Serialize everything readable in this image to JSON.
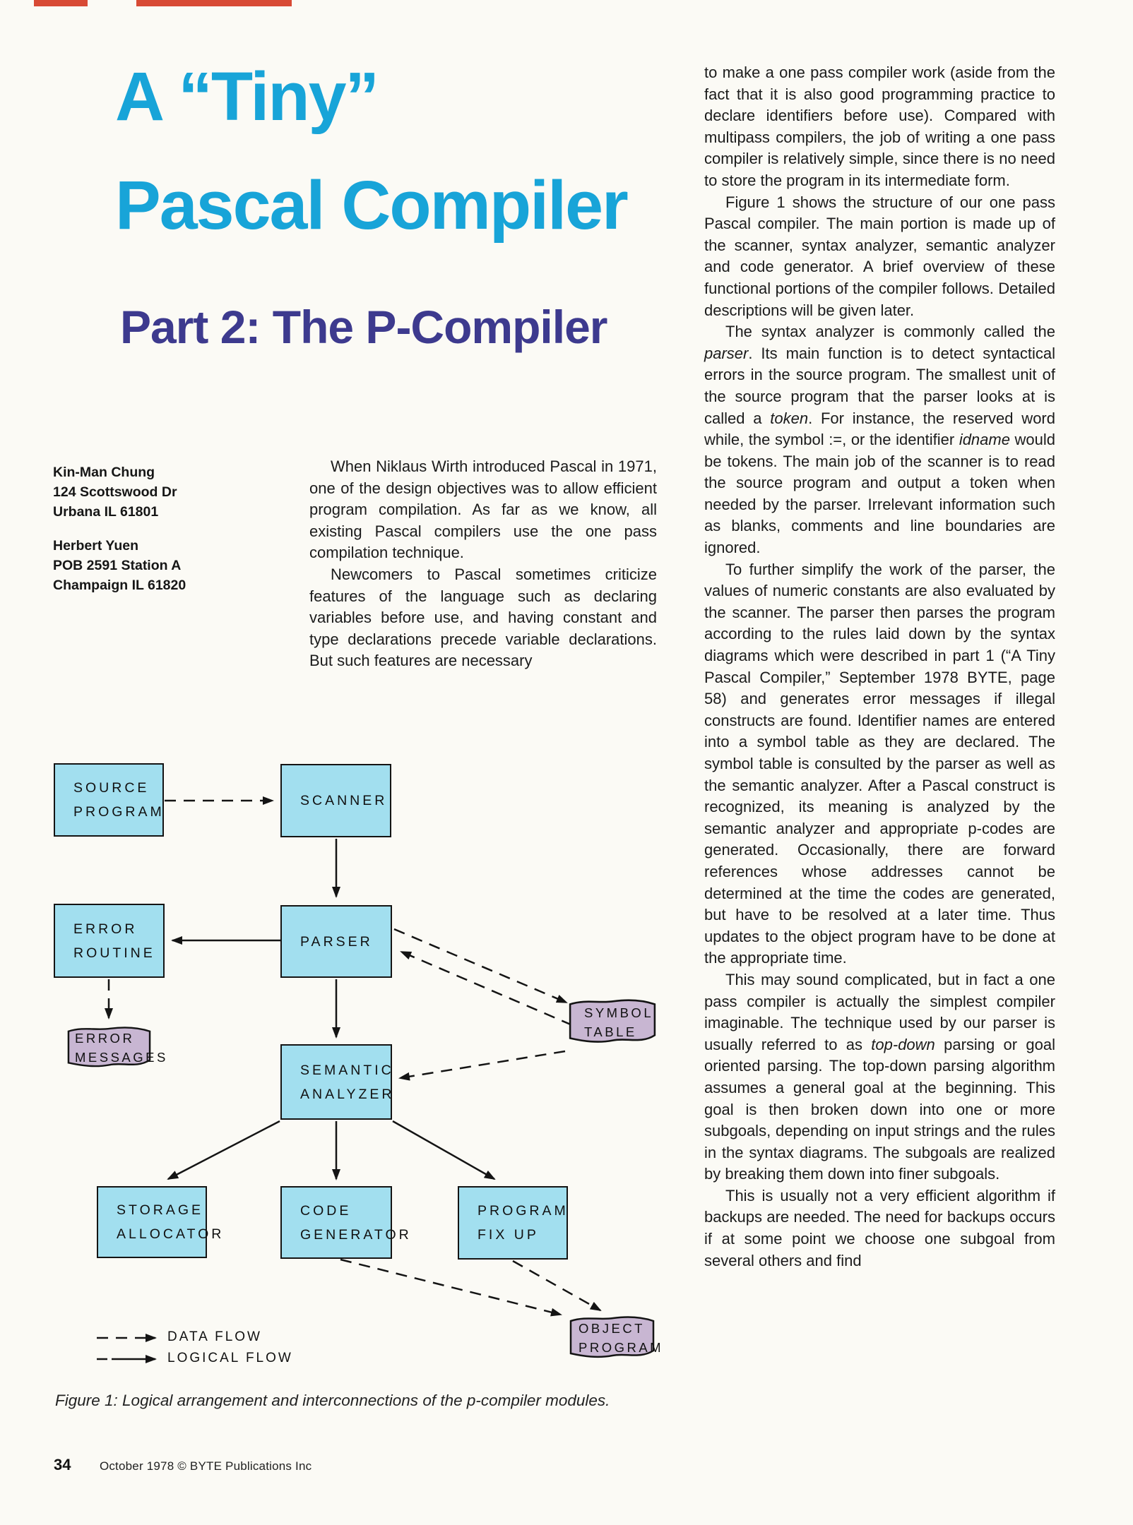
{
  "header": {
    "title_line1": "A “Tiny”",
    "title_line2": "Pascal Compiler",
    "subtitle": "Part 2: The P-Compiler"
  },
  "authors": [
    {
      "text": "Kin-Man Chung\n124 Scottswood Dr\nUrbana IL 61801"
    },
    {
      "text": "Herbert Yuen\nPOB 2591 Station A\nChampaign IL 61820"
    }
  ],
  "intro": {
    "paragraphs": [
      "When Niklaus Wirth introduced Pascal in 1971, one of the design objectives was to allow efficient program compilation. As far as we know, all existing Pascal compilers use the one pass compilation technique.",
      "Newcomers to Pascal sometimes criticize features of the language such as declaring variables before use, and having constant and type declarations precede variable declarations. But such features are necessary"
    ]
  },
  "article": {
    "paragraphs": [
      "to make a one pass compiler work (aside from the fact that it is also good programming practice to declare identifiers before use). Compared with multipass compilers, the job of writing a one pass compiler is relatively simple, since there is no need to store the program in its intermediate form.",
      "Figure 1 shows the structure of our one pass Pascal compiler. The main portion is made up of the scanner, syntax analyzer, semantic analyzer and code generator. A brief overview of these functional portions of the compiler follows. Detailed descriptions will be given later.",
      "The syntax analyzer is commonly called the *parser*. Its main function is to detect syntactical errors in the source program. The smallest unit of the source program that the parser looks at is called a *token*. For instance, the reserved word while, the symbol :=, or the identifier *idname* would be tokens. The main job of the scanner is to read the source program and output a token when needed by the parser. Irrelevant information such as blanks, comments and line boundaries are ignored.",
      "To further simplify the work of the parser, the values of numeric constants are also evaluated by the scanner. The parser then parses the program according to the rules laid down by the syntax diagrams which were described in part 1 (“A Tiny Pascal Compiler,” September 1978 BYTE, page 58) and generates error messages if illegal constructs are found. Identifier names are entered into a symbol table as they are declared. The symbol table is consulted by the parser as well as the semantic analyzer. After a Pascal construct is recognized, its meaning is analyzed by the semantic analyzer and appropriate p-codes are generated. Occasionally, there are forward references whose addresses cannot be determined at the time the codes are generated, but have to be resolved at a later time. Thus updates to the object program have to be done at the appropriate time.",
      "This may sound complicated, but in fact a one pass compiler is actually the simplest compiler imaginable. The technique used by our parser is usually referred to as *top-down* parsing or goal oriented parsing. The top-down parsing algorithm assumes a general goal at the beginning. This goal is then broken down into one or more subgoals, depending on input strings and the rules in the syntax diagrams. The subgoals are realized by breaking them down into finer subgoals.",
      "This is usually not a very efficient algorithm if backups are needed. The need for backups occurs if at some point we choose one subgoal from several others and find"
    ]
  },
  "figure": {
    "boxes": {
      "source_program": "SOURCE\nPROGRAM",
      "scanner": "SCANNER",
      "error_routine": "ERROR\nROUTINE",
      "parser": "PARSER",
      "semantic_analyzer": "SEMANTIC\nANALYZER",
      "storage_allocator": "STORAGE\nALLOCATOR",
      "code_generator": "CODE\nGENERATOR",
      "program_fix_up": "PROGRAM\nFIX UP"
    },
    "docs": {
      "symbol_table": "SYMBOL\nTABLE",
      "error_messages": "ERROR\nMESSAGES",
      "object_program": "OBJECT\nPROGRAM"
    },
    "legend": {
      "data_flow": "DATA FLOW",
      "logical_flow": "LOGICAL FLOW"
    },
    "caption": "Figure 1: Logical arrangement and interconnections of the p-compiler modules."
  },
  "footer": {
    "page_number": "34",
    "credit": "October 1978 © BYTE Publications Inc"
  },
  "colors": {
    "title_cyan": "#18a4d8",
    "subtitle_indigo": "#3d3a8e",
    "diagram_box_fill": "#a2dfef",
    "document_shape_fill": "#c8b6d2",
    "registration_red": "#d84a35",
    "body_text": "#1b1b1b"
  }
}
